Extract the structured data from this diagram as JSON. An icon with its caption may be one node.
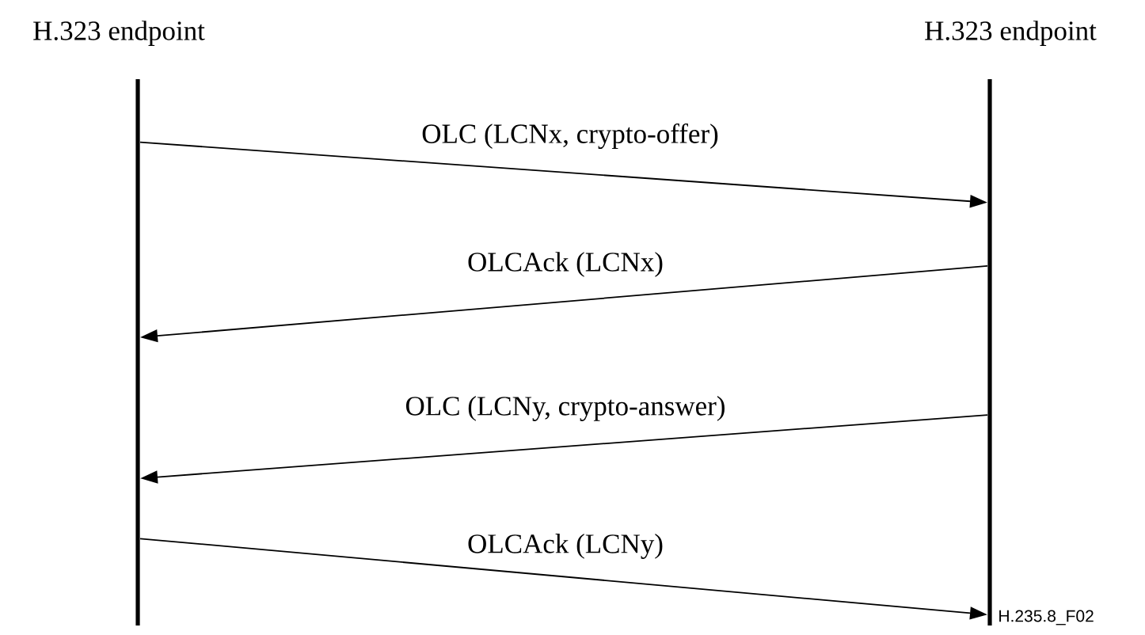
{
  "diagram": {
    "nodes": [
      {
        "text": [
          "H.323 endpoint"
        ]
      },
      {
        "text": [
          "H.323 endpoint"
        ]
      }
    ],
    "edges": [
      {
        "from": 0,
        "to": 1,
        "arrow": "to",
        "label": "OLC (LCNx, crypto-offer)"
      },
      {
        "from": 1,
        "to": 0,
        "arrow": "to",
        "label": "OLCAck (LCNx)"
      },
      {
        "from": 1,
        "to": 0,
        "arrow": "to",
        "label": "OLC (LCNy, crypto-answer)"
      },
      {
        "from": 0,
        "to": 1,
        "arrow": "to",
        "label": "OLCAck (LCNy)"
      }
    ],
    "labels": [
      "H.235.8_F02"
    ]
  }
}
